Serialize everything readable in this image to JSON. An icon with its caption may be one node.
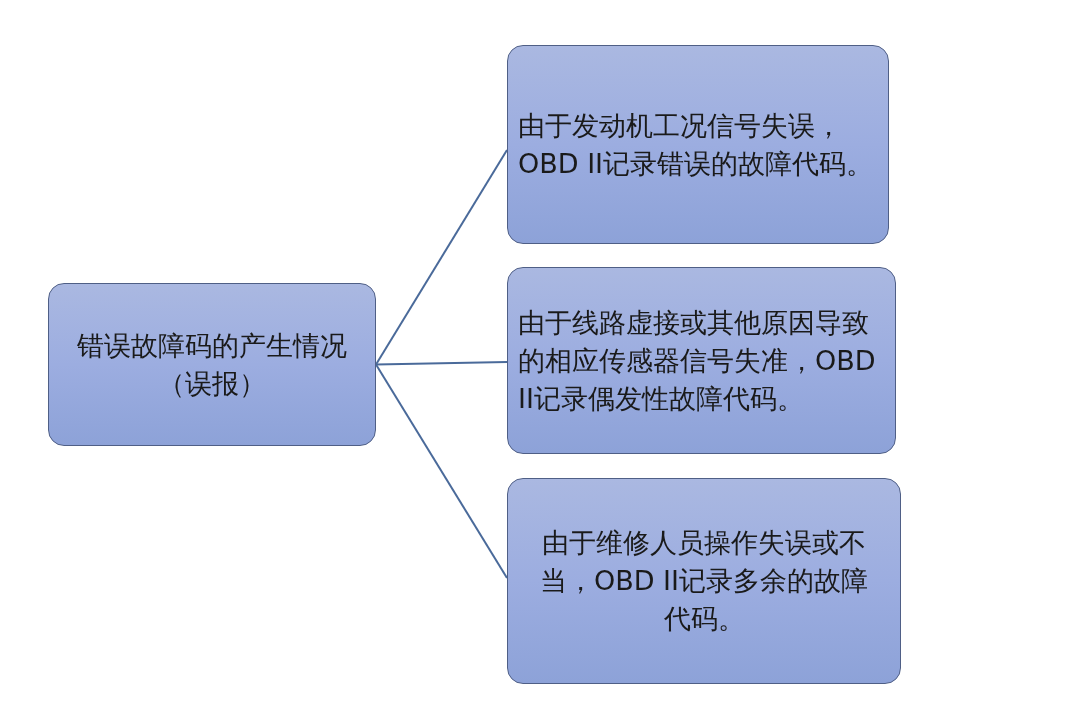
{
  "diagram": {
    "nodes": [
      {
        "text": [
          "错误故障码的产生情况（误报）"
        ]
      },
      {
        "text": [
          "由于发动机工况信号失误，OBD II记录错误的故障代码。"
        ]
      },
      {
        "text": [
          "由于线路虚接或其他原因导致的相应传感器信号失准，OBD II记录偶发性故障代码。"
        ]
      },
      {
        "text": [
          "由于维修人员操作失误或不当，OBD II记录多余的故障代码。"
        ]
      }
    ],
    "edges": [
      {
        "from": 0,
        "to": 1,
        "arrow": "none"
      },
      {
        "from": 0,
        "to": 2,
        "arrow": "none"
      },
      {
        "from": 0,
        "to": 3,
        "arrow": "none"
      }
    ]
  }
}
